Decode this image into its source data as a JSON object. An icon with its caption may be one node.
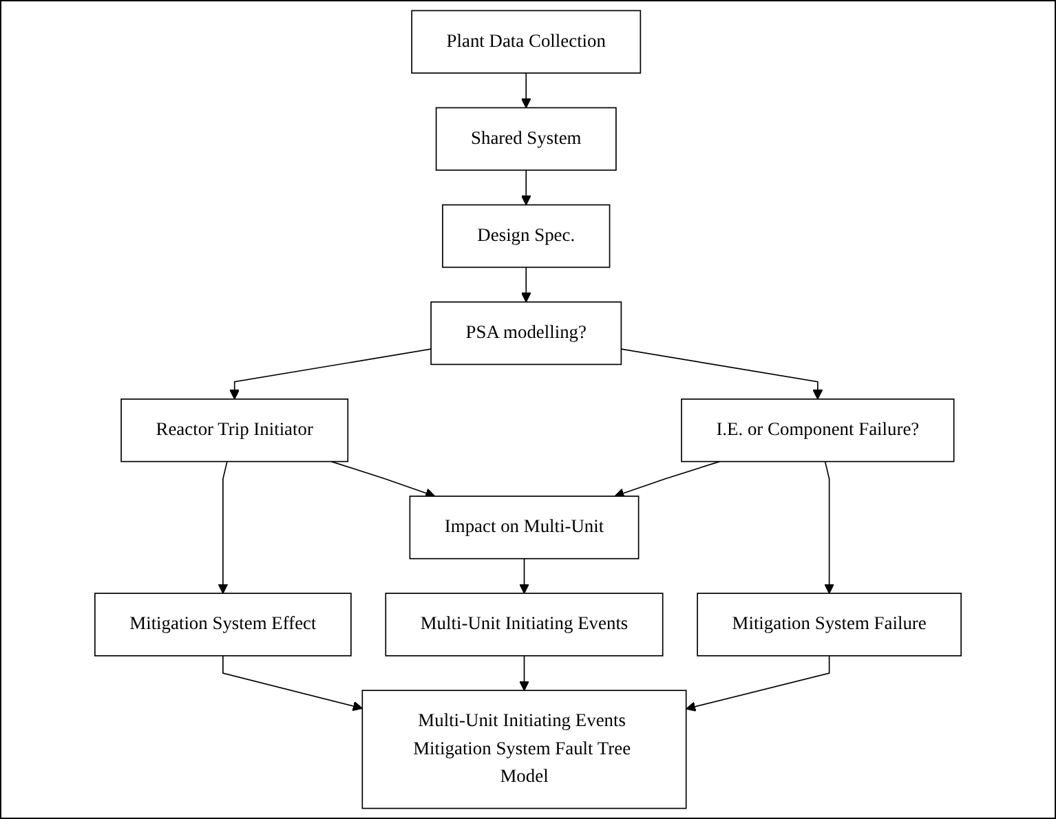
{
  "diagram": {
    "nodes": [
      {
        "text": [
          "Plant Data Collection"
        ]
      },
      {
        "text": [
          "Shared System"
        ]
      },
      {
        "text": [
          "Design Spec."
        ]
      },
      {
        "text": [
          "PSA modelling?"
        ]
      },
      {
        "text": [
          "Reactor Trip Initiator"
        ]
      },
      {
        "text": [
          "I.E. or Component Failure?"
        ]
      },
      {
        "text": [
          "Mitigation System Effect"
        ]
      },
      {
        "text": [
          "Impact on Multi-Unit"
        ]
      },
      {
        "text": [
          "Mitigation System Failure"
        ]
      },
      {
        "text": [
          "Multi-Unit Initiating Events"
        ]
      },
      {
        "text": [
          "Multi-Unit Initiating Events Mitigation System Fault Tree Model"
        ]
      }
    ],
    "edges": [
      {
        "from": 0,
        "to": 1,
        "arrow": "to"
      },
      {
        "from": 1,
        "to": 2,
        "arrow": "to"
      },
      {
        "from": 2,
        "to": 3,
        "arrow": "to"
      },
      {
        "from": 3,
        "to": 4,
        "arrow": "to"
      },
      {
        "from": 3,
        "to": 5,
        "arrow": "to"
      },
      {
        "from": 4,
        "to": 6,
        "arrow": "to"
      },
      {
        "from": 4,
        "to": 7,
        "arrow": "to"
      },
      {
        "from": 5,
        "to": 7,
        "arrow": "to"
      },
      {
        "from": 5,
        "to": 8,
        "arrow": "to"
      },
      {
        "from": 7,
        "to": 9,
        "arrow": "to"
      },
      {
        "from": 6,
        "to": 10,
        "arrow": "to"
      },
      {
        "from": 9,
        "to": 10,
        "arrow": "to"
      },
      {
        "from": 8,
        "to": 10,
        "arrow": "to"
      }
    ]
  }
}
